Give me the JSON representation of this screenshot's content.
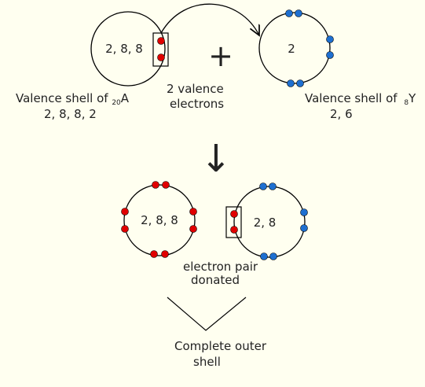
{
  "colors": {
    "background": "#fffff0",
    "outline": "#000000",
    "red_electron": "#e00000",
    "blue_electron": "#1e6fd0"
  },
  "atom_a": {
    "shell": "2, 8, 8",
    "valence_electrons": 2,
    "label_prefix": "Valence shell of ",
    "atomic_number": "20",
    "symbol": "A",
    "configuration": "2, 8, 8, 2"
  },
  "valence_label": {
    "line1": "2 valence",
    "line2": "electrons"
  },
  "plus_sign": "+",
  "atom_y": {
    "shell": "2",
    "valence_electrons": 6,
    "label_prefix": "Valence shell of ",
    "atomic_number": "8",
    "symbol": "Y",
    "configuration": "2, 6"
  },
  "arrow_down": "↓",
  "product_a": {
    "shell": "2, 8, 8",
    "electrons": 8
  },
  "product_y": {
    "shell": "2, 8",
    "electrons": 6
  },
  "pair_label": {
    "line1": "electron pair",
    "line2": "donated"
  },
  "outer_label": {
    "line1": "Complete outer",
    "line2": "shell"
  }
}
